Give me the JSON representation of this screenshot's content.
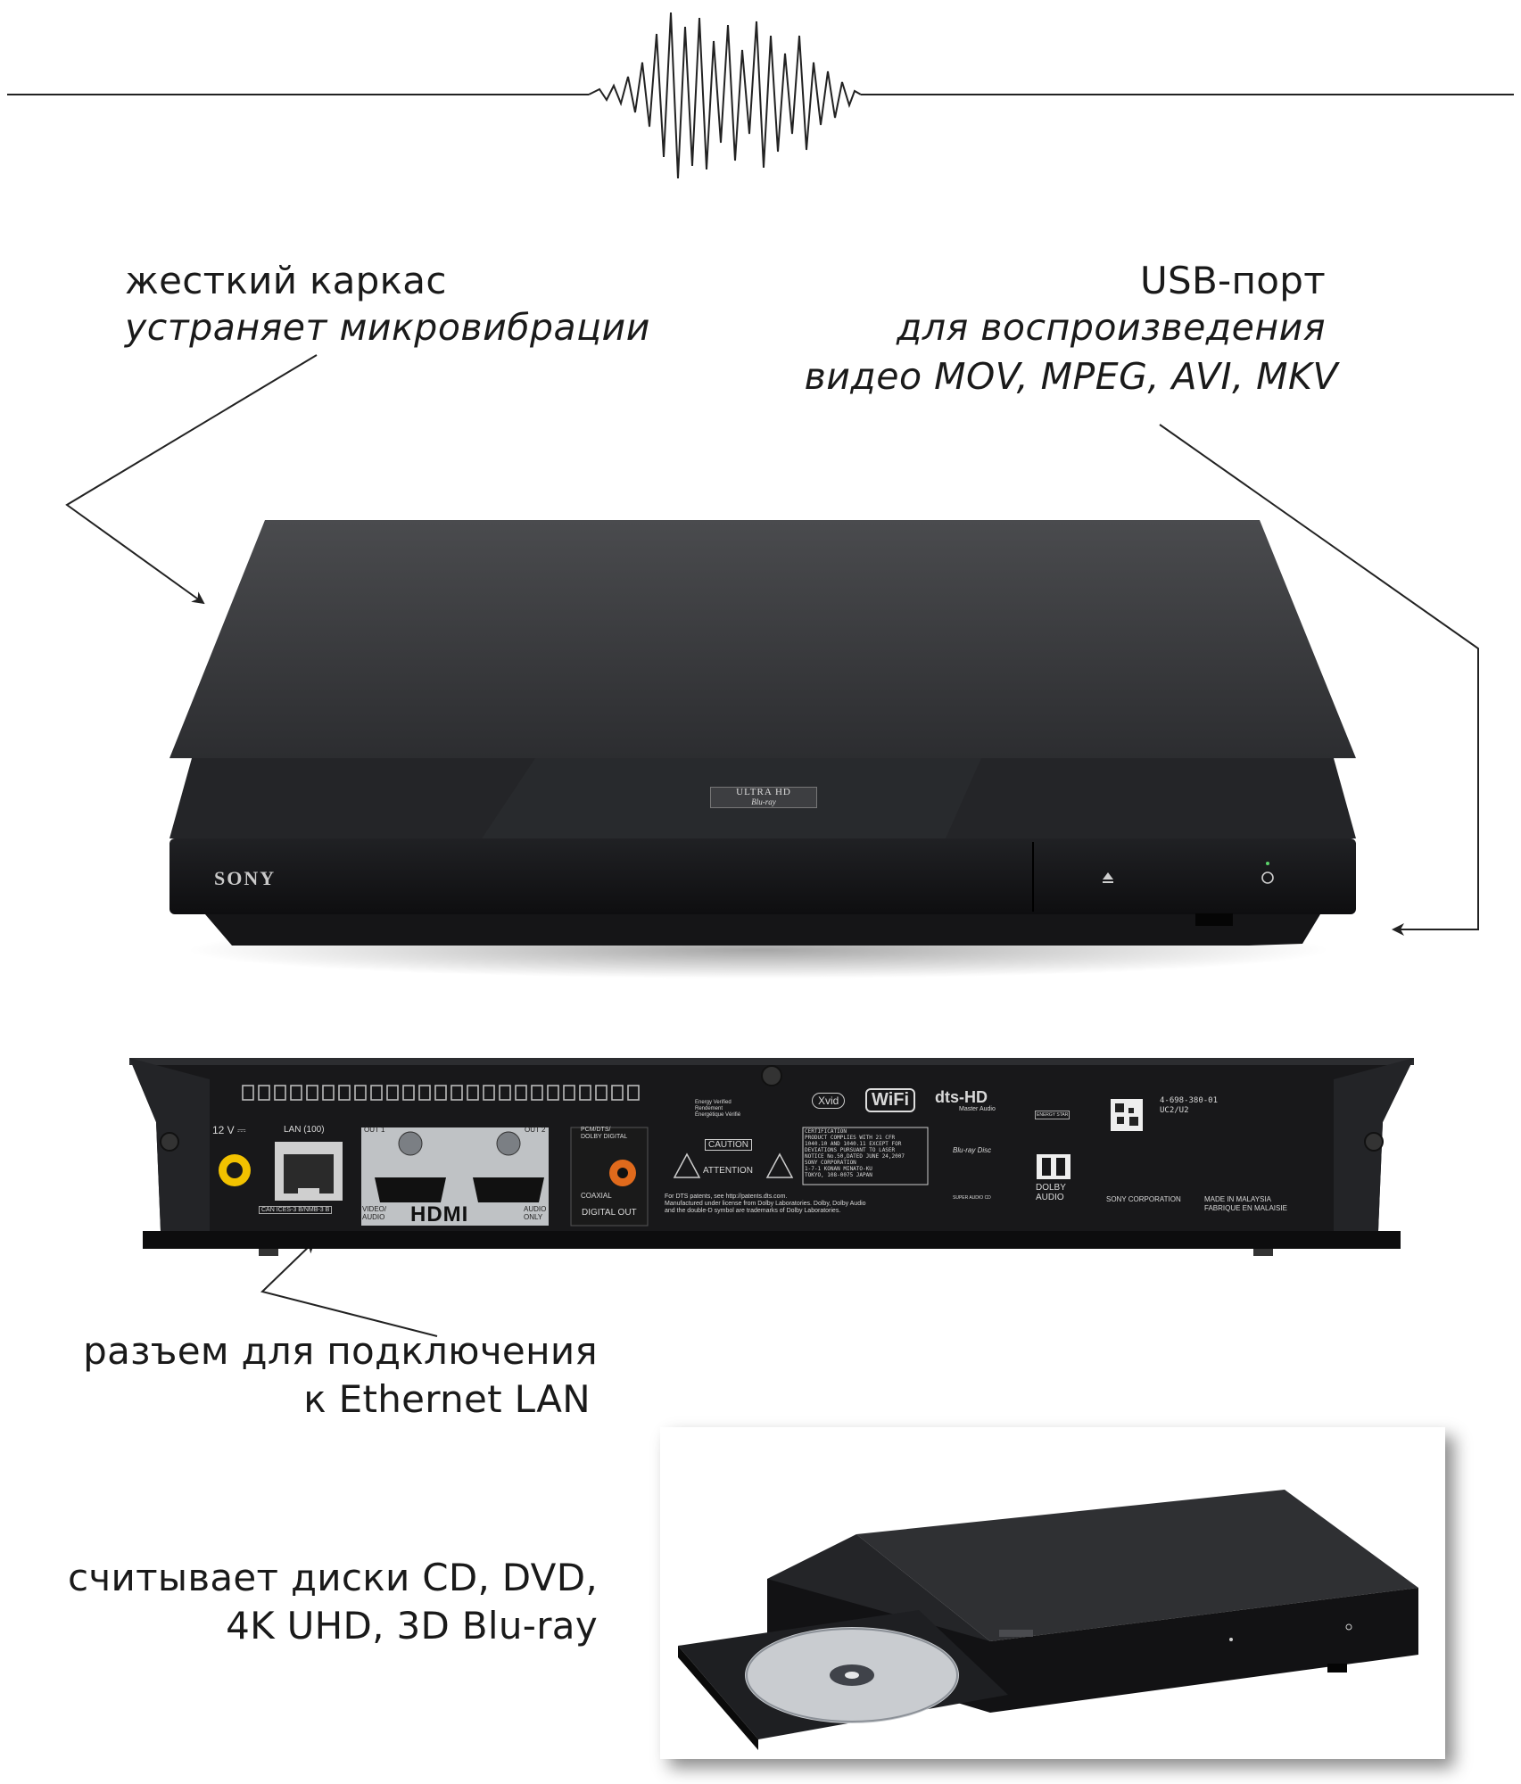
{
  "annotations": {
    "frame": {
      "title": "жесткий каркас",
      "subtitle": "устраняет микровибрации"
    },
    "usb": {
      "title": "USB-порт",
      "subtitle_line1": "для воспроизведения",
      "subtitle_line2": "видео MOV, MPEG, AVI, MKV"
    },
    "lan": {
      "line1": "разъем для подключения",
      "line2": "к Ethernet LAN"
    },
    "discs": {
      "line1": "считывает диски CD, DVD,",
      "line2": "4K UHD, 3D Blu-ray"
    }
  },
  "front_panel": {
    "brand": "SONY",
    "badge_top": "ULTRA HD",
    "badge_bottom": "Blu-ray"
  },
  "rear_panel": {
    "power_label": "12 V ⎓",
    "lan_label": "LAN (100)",
    "out1": "OUT 1",
    "out2": "OUT 2",
    "video_audio": "VIDEO/\nAUDIO",
    "hdmi": "HDMI",
    "audio_only": "AUDIO\nONLY",
    "pcm_label": "PCM/DTS/\nDOLBY DIGITAL",
    "coaxial": "COAXIAL",
    "digital_out": "DIGITAL OUT",
    "can_ices": "CAN ICES-3 B/NMB-3 B",
    "xvid": "Xvid",
    "wifi": "WiFi",
    "dts": "dts-HD",
    "dts_sub": "Master Audio",
    "bluray": "Blu-ray Disc",
    "dolby": "DOLBY\nAUDIO",
    "sacd": "SUPER AUDIO CD",
    "energy": "ENERGY STAR",
    "code": "4-698-380-01\nUC2/U2",
    "corp": "SONY CORPORATION",
    "made": "MADE IN MALAYSIA\nFABRIQUE EN MALAISIE",
    "caution": "CAUTION",
    "attention": "ATTENTION",
    "cert": "CERTIFICATION\nPRODUCT COMPLIES WITH 21 CFR\n1040.10 AND 1040.11 EXCEPT FOR\nDEVIATIONS PURSUANT TO LASER\nNOTICE No.50,DATED JUNE 24,2007\nSONY CORPORATION\n1-7-1 KONAN MINATO-KU\nTOKYO, 108-0075 JAPAN",
    "patents": "For DTS patents, see http://patents.dts.com.\nManufactured under license from Dolby Laboratories. Dolby, Dolby Audio\nand the double-D symbol are trademarks of Dolby Laboratories.",
    "energy_verified": "Energy Verified\nRendement\nÉnergétique Vérifié"
  },
  "colors": {
    "device_dark": "#1b1b1d",
    "device_top": "#3a3b3e",
    "coax_orange": "#e06a1c",
    "power_yellow": "#f2c200",
    "line": "#222222"
  }
}
